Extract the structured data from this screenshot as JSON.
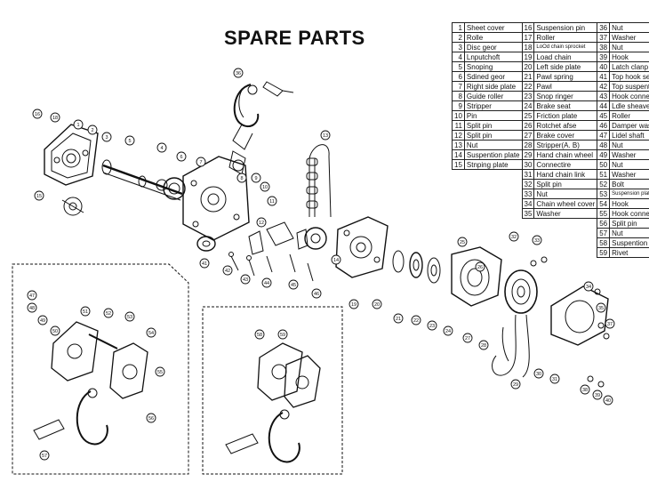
{
  "title": "SPARE PARTS",
  "parts_table": {
    "col1": [
      {
        "no": "1",
        "name": "Sheet cover"
      },
      {
        "no": "2",
        "name": "Rolle"
      },
      {
        "no": "3",
        "name": "Disc geor"
      },
      {
        "no": "4",
        "name": "Lnputchoft"
      },
      {
        "no": "5",
        "name": "Snoping"
      },
      {
        "no": "6",
        "name": "Sdined geor"
      },
      {
        "no": "7",
        "name": "Right side plate"
      },
      {
        "no": "8",
        "name": "Guide roller"
      },
      {
        "no": "9",
        "name": "Stripper"
      },
      {
        "no": "10",
        "name": "Pin"
      },
      {
        "no": "11",
        "name": "Split pin"
      },
      {
        "no": "12",
        "name": "Split pin"
      },
      {
        "no": "13",
        "name": "Nut"
      },
      {
        "no": "14",
        "name": "Suspention plate"
      },
      {
        "no": "15",
        "name": "Stnping plate"
      }
    ],
    "col2": [
      {
        "no": "16",
        "name": "Suspension pin"
      },
      {
        "no": "17",
        "name": "Roller"
      },
      {
        "no": "18",
        "name": "LoOd chain sprocket"
      },
      {
        "no": "19",
        "name": "Load chain"
      },
      {
        "no": "20",
        "name": "Left side plate"
      },
      {
        "no": "21",
        "name": "Pawl spring"
      },
      {
        "no": "22",
        "name": "Pawl"
      },
      {
        "no": "23",
        "name": "Snop ringer"
      },
      {
        "no": "24",
        "name": "Brake seat"
      },
      {
        "no": "25",
        "name": "Friction plate"
      },
      {
        "no": "26",
        "name": "Rotchet afse"
      },
      {
        "no": "27",
        "name": "Brake cover"
      },
      {
        "no": "28",
        "name": "Stripper(A. B)"
      },
      {
        "no": "29",
        "name": "Hand chain wheel"
      },
      {
        "no": "30",
        "name": "Connectire"
      },
      {
        "no": "31",
        "name": "Hand chain link"
      },
      {
        "no": "32",
        "name": "Split pin"
      },
      {
        "no": "33",
        "name": "Nut"
      },
      {
        "no": "34",
        "name": "Chain wheel cover"
      },
      {
        "no": "35",
        "name": "Washer"
      }
    ],
    "col3": [
      {
        "no": "36",
        "name": "Nut"
      },
      {
        "no": "37",
        "name": "Washer"
      },
      {
        "no": "38",
        "name": "Nut"
      },
      {
        "no": "39",
        "name": "Hook"
      },
      {
        "no": "40",
        "name": "Latch clanp"
      },
      {
        "no": "41",
        "name": "Top hook set"
      },
      {
        "no": "42",
        "name": "Top suspentionpin"
      },
      {
        "no": "43",
        "name": "Hook connector"
      },
      {
        "no": "44",
        "name": "Ldle sheave"
      },
      {
        "no": "45",
        "name": "Roller"
      },
      {
        "no": "46",
        "name": "Damper washer"
      },
      {
        "no": "47",
        "name": "Lidel shaft"
      },
      {
        "no": "48",
        "name": "Nut"
      },
      {
        "no": "49",
        "name": "Washer"
      },
      {
        "no": "50",
        "name": "Nut"
      },
      {
        "no": "51",
        "name": "Washer"
      },
      {
        "no": "52",
        "name": "Bolt"
      },
      {
        "no": "53",
        "name": "Suspension plate washer"
      },
      {
        "no": "54",
        "name": "Hook"
      },
      {
        "no": "55",
        "name": "Hook connector"
      },
      {
        "no": "56",
        "name": "Split pin"
      },
      {
        "no": "57",
        "name": "Nut"
      },
      {
        "no": "58",
        "name": "Suspention pin"
      },
      {
        "no": "59",
        "name": "Rivet"
      }
    ]
  },
  "callouts": [
    "36",
    "16",
    "15",
    "18",
    "1",
    "2",
    "3",
    "5",
    "4",
    "6",
    "7",
    "8",
    "9",
    "10",
    "11",
    "12",
    "13",
    "14",
    "19",
    "20",
    "21",
    "22",
    "23",
    "24",
    "25",
    "26",
    "27",
    "28",
    "29",
    "30",
    "31",
    "32",
    "33",
    "34",
    "35",
    "37",
    "38",
    "39",
    "40",
    "41",
    "42",
    "43",
    "44",
    "45",
    "46",
    "47",
    "48",
    "49",
    "50",
    "51",
    "52",
    "53",
    "54",
    "55",
    "56",
    "57",
    "58",
    "59"
  ]
}
